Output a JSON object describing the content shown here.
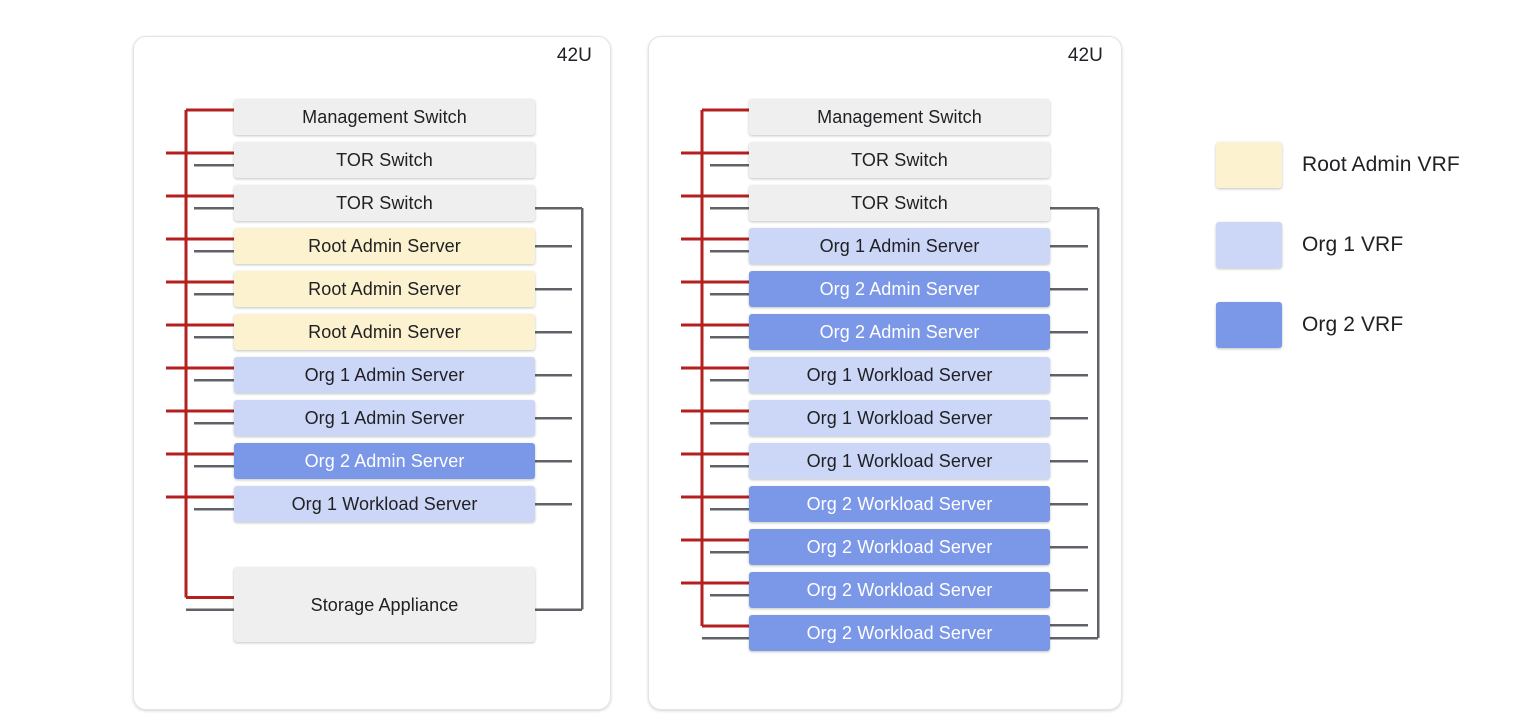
{
  "diagram": {
    "title": "Two-rack VRF segmentation diagram",
    "background": "#ffffff"
  },
  "colors": {
    "neutral": "#efefef",
    "root_admin_vrf": "#fcf2cf",
    "org1_vrf": "#ccd7f7",
    "org2_vrf": "#7b97e8",
    "power_line": "#b3201f",
    "data_line": "#5f6368",
    "text": "#202124",
    "rack_border": "#e4e4e4"
  },
  "racks": [
    {
      "id": "rack-left",
      "capacity_label": "42U",
      "units": [
        {
          "label": "Management Switch",
          "type": "neutral"
        },
        {
          "label": "TOR Switch",
          "type": "neutral"
        },
        {
          "label": "TOR Switch",
          "type": "neutral"
        },
        {
          "label": "Root Admin Server",
          "type": "root"
        },
        {
          "label": "Root Admin Server",
          "type": "root"
        },
        {
          "label": "Root Admin Server",
          "type": "root"
        },
        {
          "label": "Org 1 Admin Server",
          "type": "org1"
        },
        {
          "label": "Org 1 Admin Server",
          "type": "org1"
        },
        {
          "label": "Org 2 Admin Server",
          "type": "org2"
        },
        {
          "label": "Org 1 Workload Server",
          "type": "org1"
        },
        {
          "label": "Storage Appliance",
          "type": "neutral"
        }
      ]
    },
    {
      "id": "rack-right",
      "capacity_label": "42U",
      "units": [
        {
          "label": "Management Switch",
          "type": "neutral"
        },
        {
          "label": "TOR Switch",
          "type": "neutral"
        },
        {
          "label": "TOR Switch",
          "type": "neutral"
        },
        {
          "label": "Org 1 Admin Server",
          "type": "org1"
        },
        {
          "label": "Org 2 Admin Server",
          "type": "org2"
        },
        {
          "label": "Org 2 Admin Server",
          "type": "org2"
        },
        {
          "label": "Org 1 Workload Server",
          "type": "org1"
        },
        {
          "label": "Org 1 Workload Server",
          "type": "org1"
        },
        {
          "label": "Org 1 Workload Server",
          "type": "org1"
        },
        {
          "label": "Org 2 Workload Server",
          "type": "org2"
        },
        {
          "label": "Org 2 Workload Server",
          "type": "org2"
        },
        {
          "label": "Org 2 Workload Server",
          "type": "org2"
        },
        {
          "label": "Org 2 Workload Server",
          "type": "org2"
        }
      ]
    }
  ],
  "legend": {
    "items": [
      {
        "label": "Root Admin VRF",
        "type": "root"
      },
      {
        "label": "Org 1 VRF",
        "type": "org1"
      },
      {
        "label": "Org 2 VRF",
        "type": "org2"
      }
    ]
  }
}
